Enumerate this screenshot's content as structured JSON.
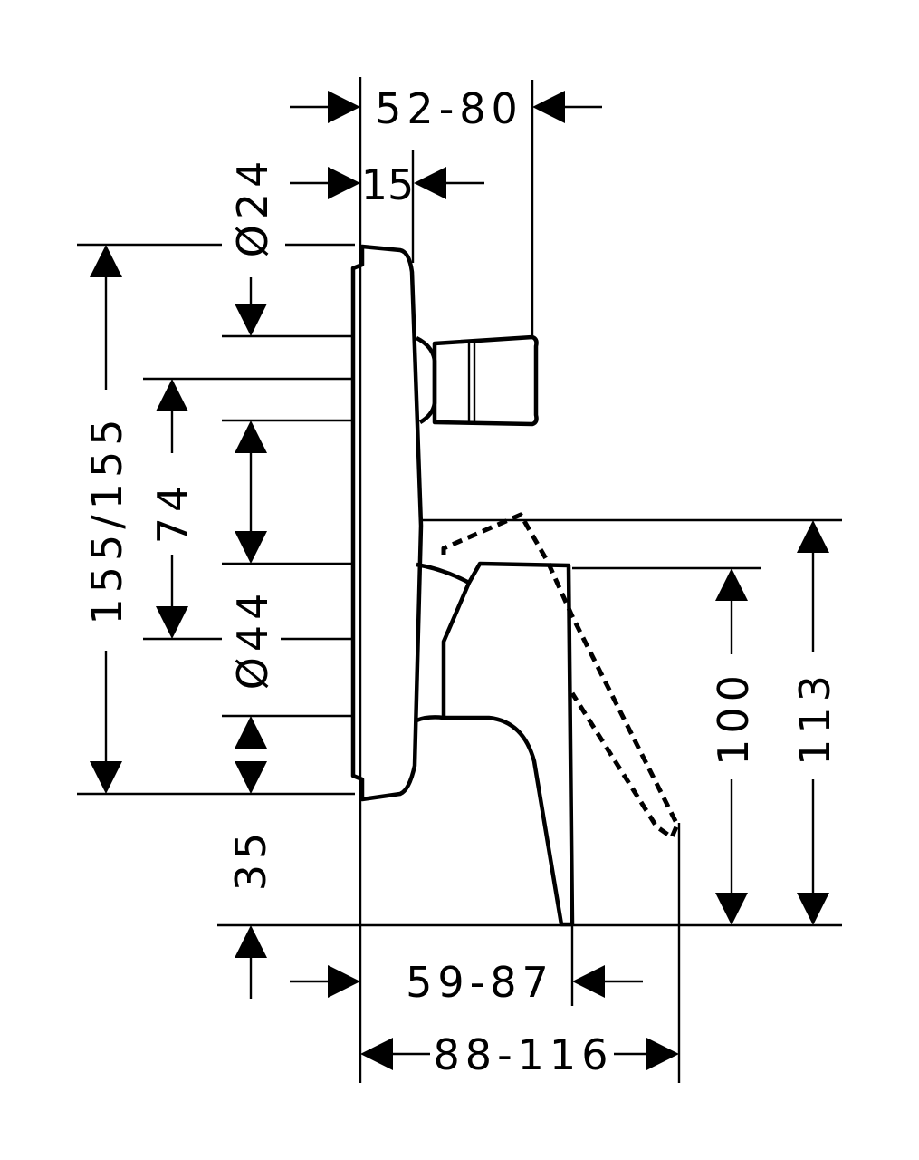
{
  "dimensions": {
    "depth_52_80": "52-80",
    "depth_15": "15",
    "diameter_24": "Ø24",
    "height_155": "155/155",
    "dist_74": "74",
    "diameter_44": "Ø44",
    "height_35": "35",
    "height_100": "100",
    "height_113": "113",
    "depth_59_87": "59-87",
    "depth_88_116": "88-116"
  },
  "colors": {
    "line": "#000000",
    "background": "#ffffff"
  }
}
